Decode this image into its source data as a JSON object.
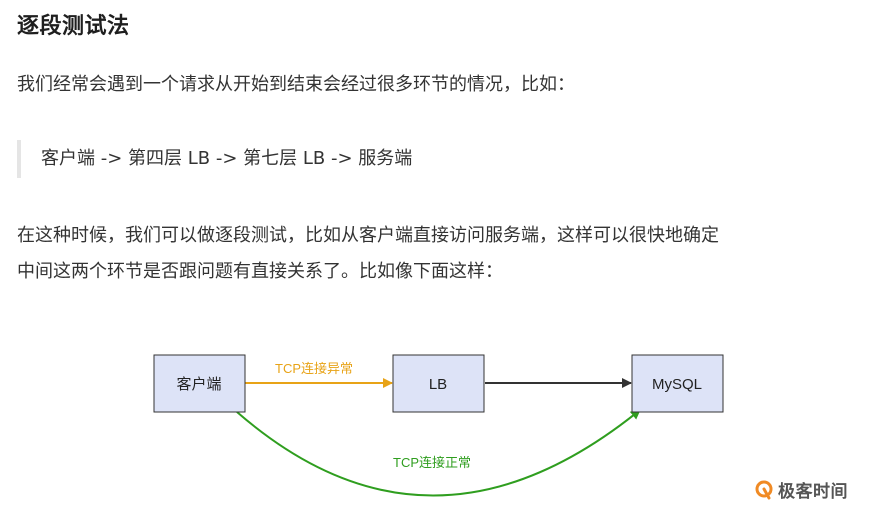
{
  "article": {
    "heading": "逐段测试法",
    "intro": "我们经常会遇到一个请求从开始到结束会经过很多环节的情况，比如：",
    "quote": "客户端 -> 第四层 LB -> 第七层 LB -> 服务端",
    "body_line1": "在这种时候，我们可以做逐段测试，比如从客户端直接访问服务端，这样可以很快地确定",
    "body_line2": "中间这两个环节是否跟问题有直接关系了。比如像下面这样："
  },
  "diagram": {
    "nodes": {
      "client": "客户端",
      "lb": "LB",
      "mysql": "MySQL"
    },
    "edges": {
      "client_to_lb": "TCP连接异常",
      "client_to_mysql": "TCP连接正常"
    },
    "colors": {
      "abnormal": "#e8a317",
      "normal": "#2f9e1f",
      "neutral": "#333333",
      "node_fill": "#dde3f7"
    }
  },
  "watermark": {
    "text": "极客时间",
    "brand_color": "#f08a24"
  }
}
